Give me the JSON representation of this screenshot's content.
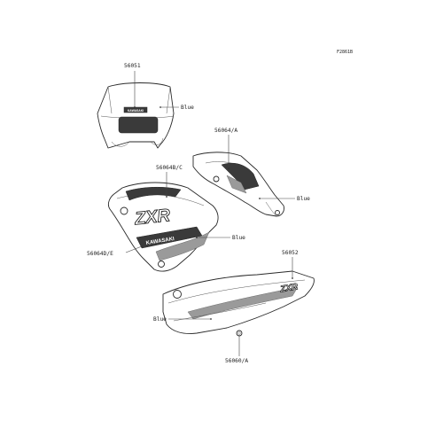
{
  "figure_id": "F2861B",
  "parts": [
    {
      "number": "56051"
    },
    {
      "number": "56064/A"
    },
    {
      "number": "56064B/C"
    },
    {
      "number": "56064D/E"
    },
    {
      "number": "56052"
    },
    {
      "number": "56060/A"
    }
  ],
  "color_callouts": [
    {
      "text": "Blue"
    },
    {
      "text": "Blue"
    },
    {
      "text": "Blue"
    },
    {
      "text": "Blue"
    }
  ],
  "decals": {
    "brand_small": "KAWASAKI",
    "brand_side": "KAWASAKI",
    "model_tank": "ZXR",
    "model_tail": "ZXR"
  }
}
